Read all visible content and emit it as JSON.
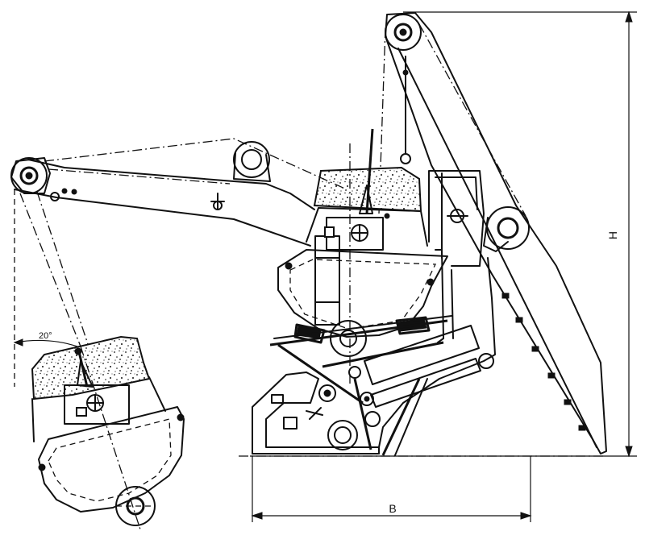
{
  "diagram": {
    "labels": {
      "height_dim": "H",
      "width_dim": "B",
      "angle": "20°"
    }
  }
}
